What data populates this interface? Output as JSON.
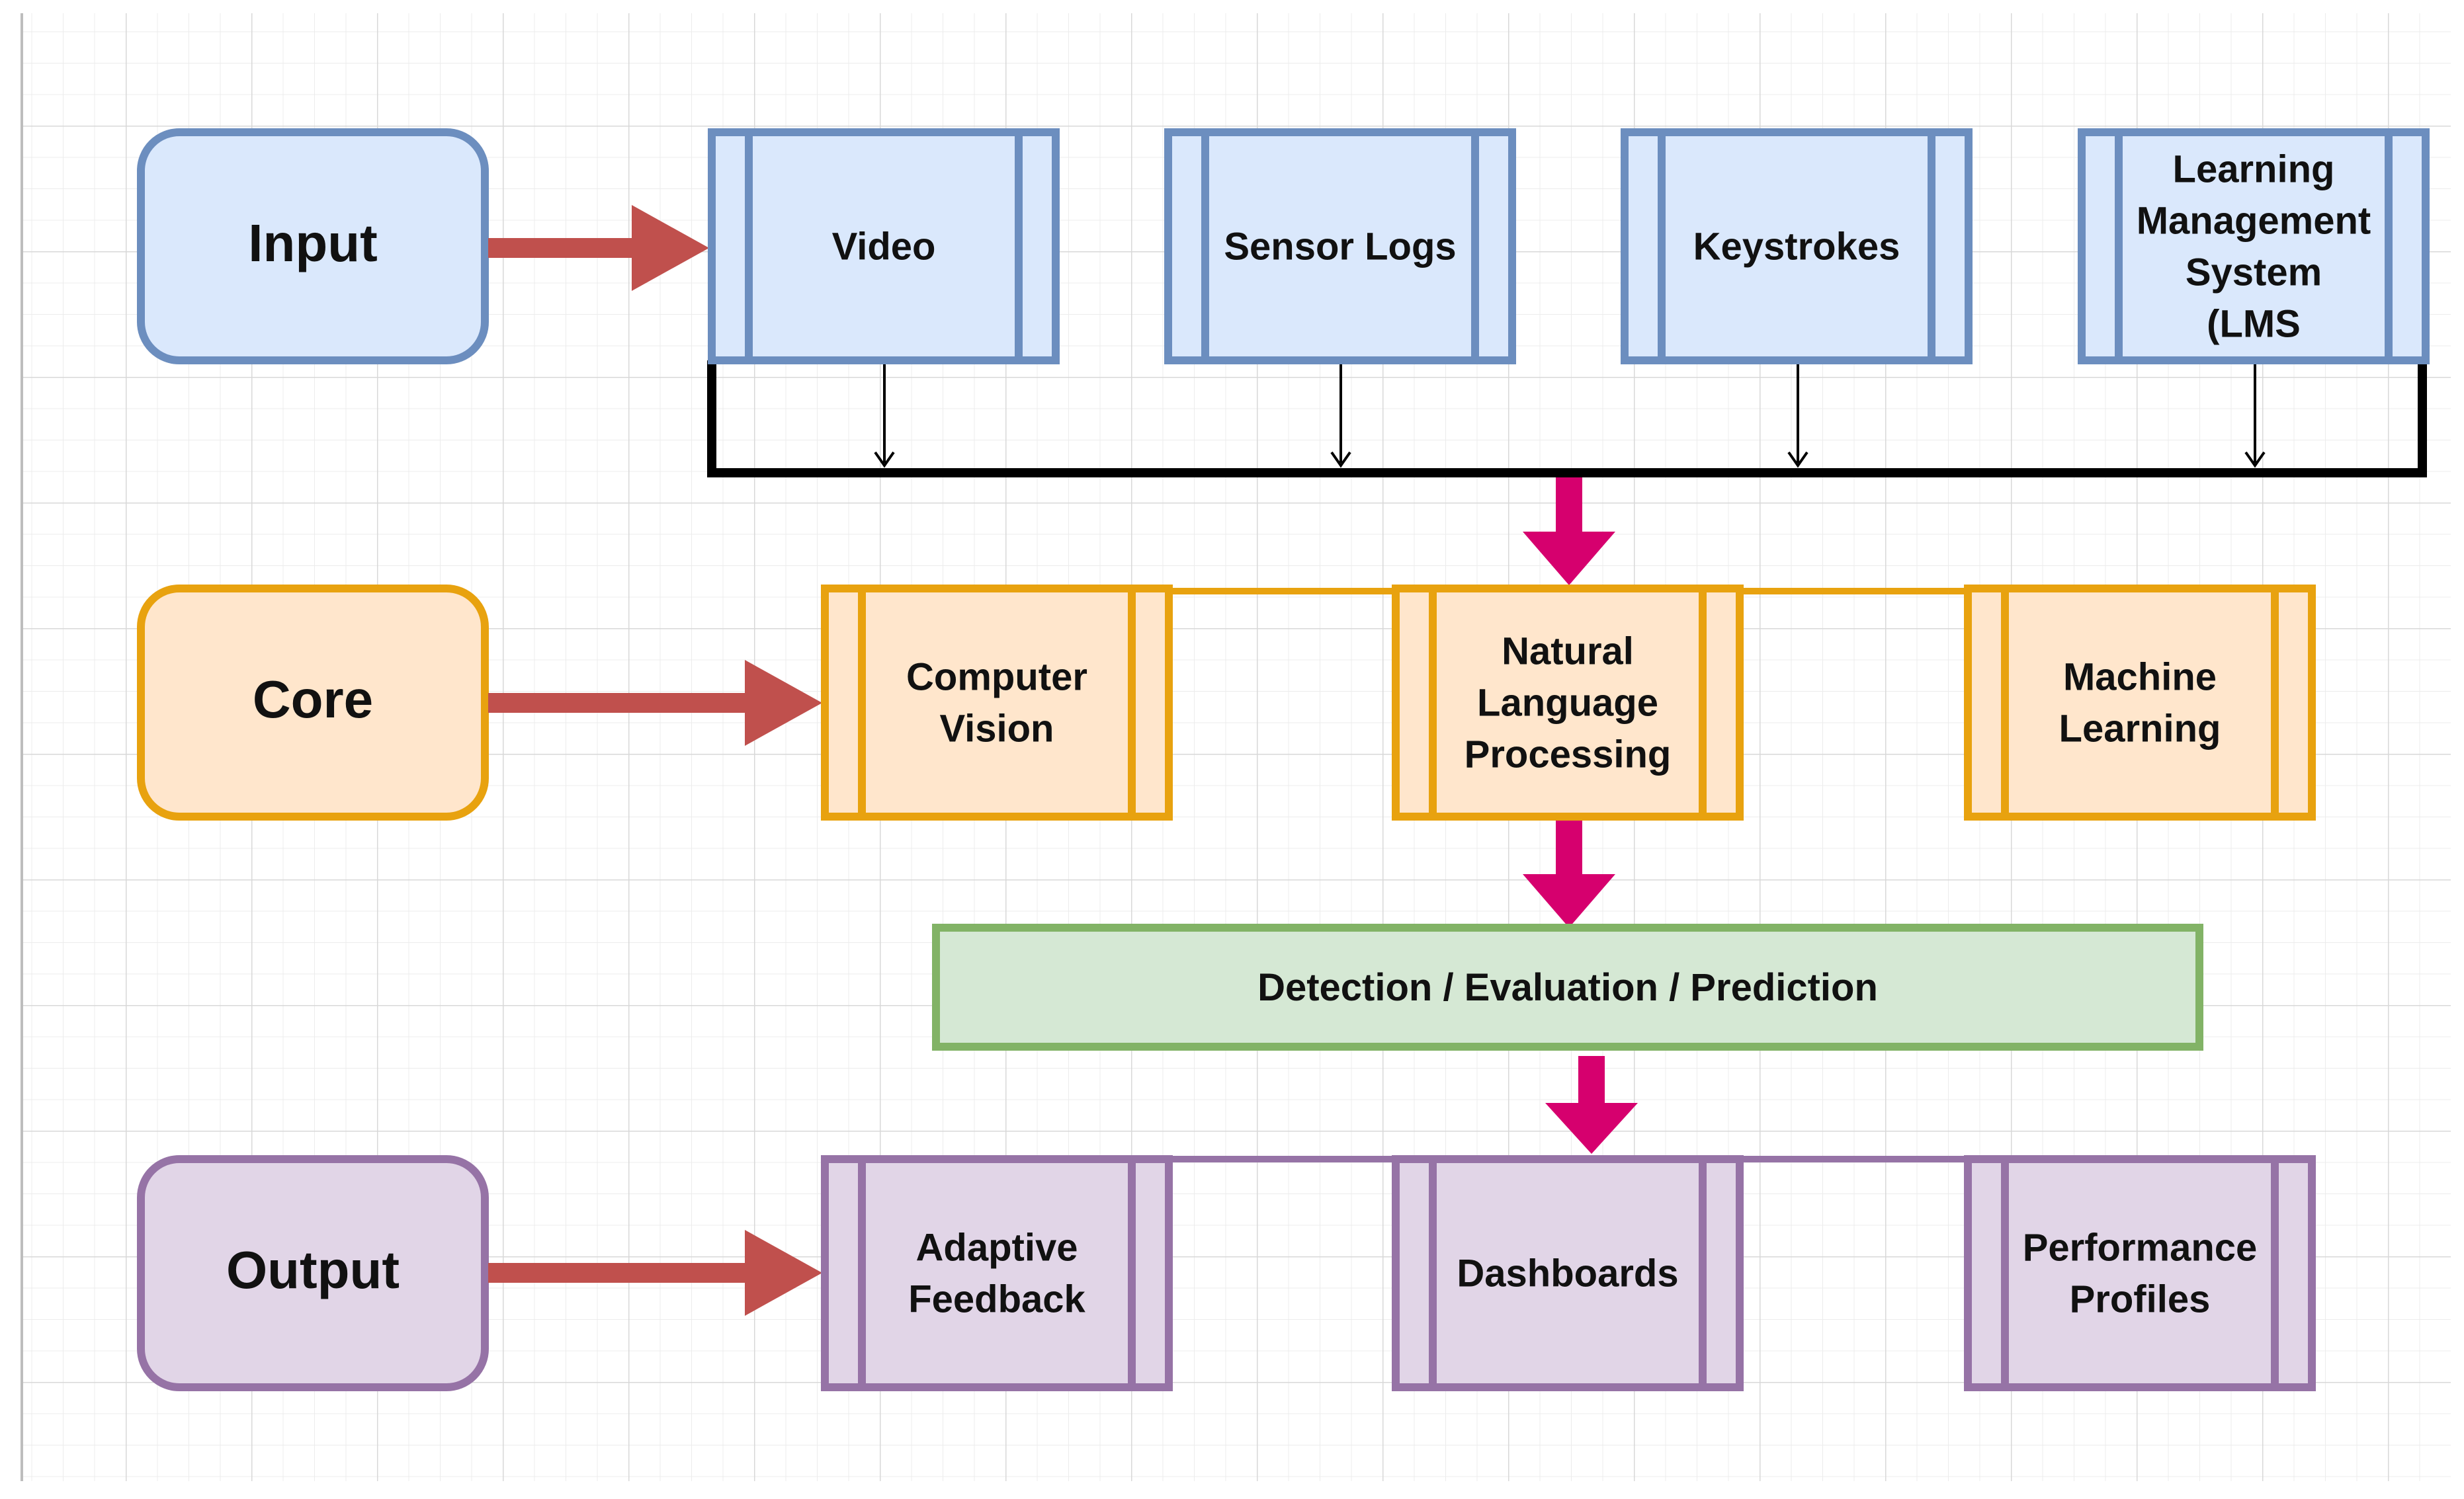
{
  "colors": {
    "input_fill": "#dae8fc",
    "input_stroke": "#6c8ebf",
    "core_fill": "#ffe6cc",
    "core_stroke": "#e8a20f",
    "output_fill": "#e1d5e7",
    "output_stroke": "#9673a6",
    "bar_fill": "#d5e8d4",
    "bar_stroke": "#82b366",
    "stage_arrow": "#c0504d",
    "flow_arrow": "#d6006e",
    "connector": "#000000",
    "grid": "#e4e4e4"
  },
  "stages": {
    "input": {
      "label": "Input"
    },
    "core": {
      "label": "Core"
    },
    "output": {
      "label": "Output"
    }
  },
  "input_nodes": [
    {
      "lines": [
        "Video"
      ]
    },
    {
      "lines": [
        "Sensor Logs"
      ]
    },
    {
      "lines": [
        "Keystrokes"
      ]
    },
    {
      "lines": [
        "Learning",
        "Management",
        "System",
        "(LMS"
      ]
    }
  ],
  "core_nodes": [
    {
      "lines": [
        "Computer",
        "Vision"
      ]
    },
    {
      "lines": [
        "Natural",
        "Language",
        "Processing"
      ]
    },
    {
      "lines": [
        "Machine",
        "Learning"
      ]
    }
  ],
  "detection_bar": {
    "label": "Detection / Evaluation / Prediction"
  },
  "output_nodes": [
    {
      "lines": [
        "Adaptive",
        "Feedback"
      ]
    },
    {
      "lines": [
        "Dashboards"
      ]
    },
    {
      "lines": [
        "Performance",
        "Profiles"
      ]
    }
  ]
}
